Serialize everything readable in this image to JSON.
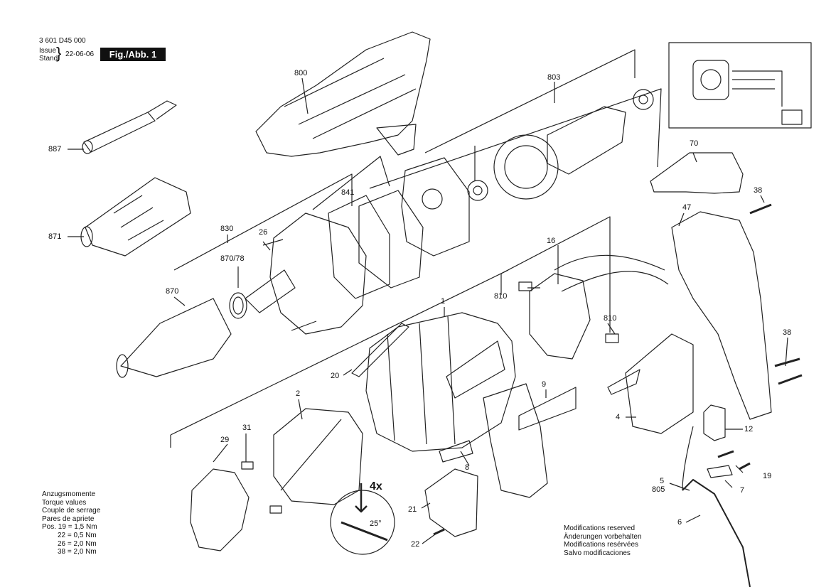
{
  "header": {
    "doc_number": "3 601 D45 000",
    "issue_line1": "Issue",
    "issue_line2": "Stand",
    "date": "22-06-06",
    "figure_label": "Fig./Abb. 1"
  },
  "part_labels": [
    "887",
    "871",
    "800",
    "803",
    "841",
    "830",
    "26",
    "870/78",
    "870",
    "70",
    "38",
    "47",
    "16",
    "1",
    "810",
    "810",
    "20",
    "9",
    "2",
    "31",
    "29",
    "4",
    "12",
    "38",
    "8",
    "5",
    "805",
    "19",
    "7",
    "21",
    "22",
    "6"
  ],
  "torque": {
    "lines": [
      "Anzugsmomente",
      "Torque values",
      "Couple de serrage",
      "Pares de apriete",
      "Pos. 19 = 1,5 Nm",
      "22 = 0,5 Nm",
      "26 = 2,0 Nm",
      "38 = 2,0 Nm"
    ]
  },
  "modifications": {
    "lines": [
      "Modifications reserved",
      "Änderungen vorbehalten",
      "Modifications resérvées",
      "Salvo modificaciones"
    ]
  },
  "detail": {
    "count": "4x",
    "angle": "25°"
  }
}
